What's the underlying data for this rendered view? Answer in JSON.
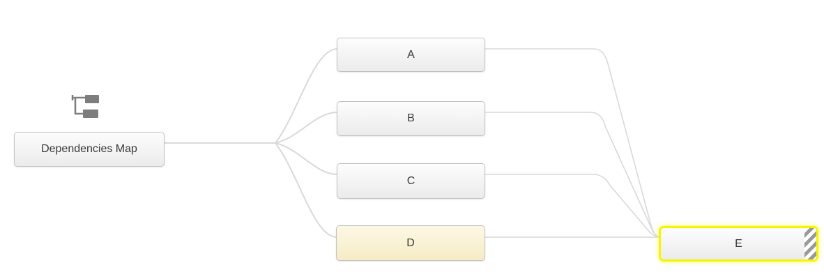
{
  "diagram": {
    "title": "Dependencies Map",
    "root": {
      "label": "Dependencies Map",
      "icon": "tree-icon"
    },
    "children": [
      {
        "label": "A",
        "state": "default"
      },
      {
        "label": "B",
        "state": "default"
      },
      {
        "label": "C",
        "state": "default"
      },
      {
        "label": "D",
        "state": "highlighted"
      },
      {
        "label": "E",
        "state": "selected",
        "decoration": "diagonal-stripes"
      }
    ],
    "edges": [
      {
        "from": "Dependencies Map",
        "to": "A"
      },
      {
        "from": "Dependencies Map",
        "to": "B"
      },
      {
        "from": "Dependencies Map",
        "to": "C"
      },
      {
        "from": "Dependencies Map",
        "to": "D"
      },
      {
        "from": "A",
        "to": "E"
      },
      {
        "from": "B",
        "to": "E"
      },
      {
        "from": "C",
        "to": "E"
      },
      {
        "from": "D",
        "to": "E"
      }
    ],
    "colors": {
      "background": "#ffffff",
      "edge": "#d9d9d9",
      "node_border": "#c2c2c2",
      "node_bg_top": "#fdfdfd",
      "node_bg_bottom": "#ebebeb",
      "highlight_bg_top": "#fdf8e4",
      "highlight_bg_bottom": "#f5ecc5",
      "selection_border": "#f5f500",
      "stripe_gray": "#999999",
      "text": "#3a3a3a",
      "icon_gray": "#7d7d7d"
    }
  }
}
